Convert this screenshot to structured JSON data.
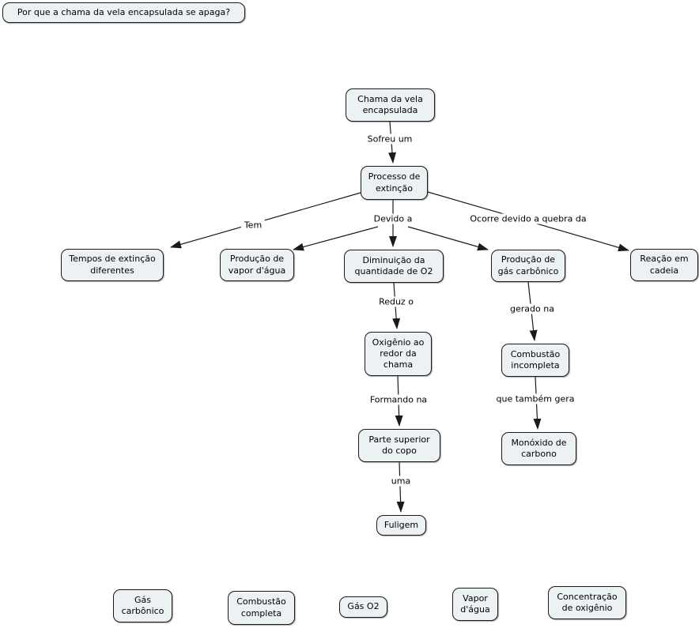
{
  "question": {
    "label": "Por que a chama da vela encapsulada se apaga?"
  },
  "nodes": [
    {
      "id": "chama",
      "label": "Chama da vela encapsulada"
    },
    {
      "id": "processo",
      "label": "Processo de extinção"
    },
    {
      "id": "tempos",
      "label": "Tempos de extinção diferentes"
    },
    {
      "id": "producao-vapor",
      "label": "Produção de vapor d'água"
    },
    {
      "id": "diminuicao-o2",
      "label": "Diminuição da quantidade de O2"
    },
    {
      "id": "producao-gas",
      "label": "Produção de gás carbônico"
    },
    {
      "id": "reacao-cadeia",
      "label": "Reação em cadeia"
    },
    {
      "id": "oxigenio-redor",
      "label": "Oxigênio ao redor da chama"
    },
    {
      "id": "parte-superior",
      "label": "Parte superior do copo"
    },
    {
      "id": "fuligem",
      "label": "Fuligem"
    },
    {
      "id": "combustao-incompleta",
      "label": "Combustão incompleta"
    },
    {
      "id": "monoxido",
      "label": "Monóxido de carbono"
    }
  ],
  "edges": [
    {
      "from": "chama",
      "to": "processo",
      "label": "Sofreu um"
    },
    {
      "from": "processo",
      "to": "tempos",
      "label": "Tem"
    },
    {
      "from": "processo",
      "to": [
        "producao-vapor",
        "diminuicao-o2",
        "producao-gas"
      ],
      "label": "Devido a"
    },
    {
      "from": "processo",
      "to": "reacao-cadeia",
      "label": "Ocorre devido a quebra da"
    },
    {
      "from": "diminuicao-o2",
      "to": "oxigenio-redor",
      "label": "Reduz o"
    },
    {
      "from": "oxigenio-redor",
      "to": "parte-superior",
      "label": "Formando na"
    },
    {
      "from": "parte-superior",
      "to": "fuligem",
      "label": "uma"
    },
    {
      "from": "producao-gas",
      "to": "combustao-incompleta",
      "label": "gerado na"
    },
    {
      "from": "combustao-incompleta",
      "to": "monoxido",
      "label": "que também gera"
    }
  ],
  "floating_nodes": [
    {
      "id": "gas-carbonico",
      "label": "Gás carbônico"
    },
    {
      "id": "combustao-completa",
      "label": "Combustão completa"
    },
    {
      "id": "gas-o2",
      "label": "Gás O2"
    },
    {
      "id": "vapor-dagua",
      "label": "Vapor d'água"
    },
    {
      "id": "concentracao-oxigenio",
      "label": "Concentração de oxigênio"
    }
  ],
  "colors": {
    "node_fill": "#ecf2f3",
    "node_border": "#1a1a1a",
    "connector": "#1a1a1a",
    "background": "#ffffff"
  }
}
